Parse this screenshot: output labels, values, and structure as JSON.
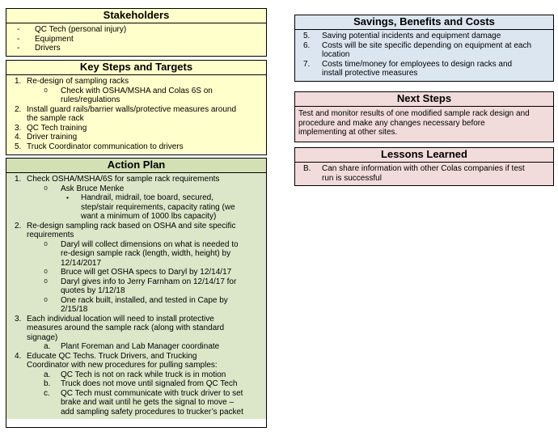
{
  "colors": {
    "yellow": "#FFFFCB",
    "green_header": "#D2E0B4",
    "green_body": "#DCE7C9",
    "blue": "#DCE6F1",
    "pink": "#F2DBDB",
    "border": "#000000"
  },
  "left_column": {
    "stakeholders": {
      "title": "Stakeholders",
      "rows": [
        {
          "m": "-",
          "lvl": 1,
          "style": "dash",
          "t": "QC Tech (personal injury)"
        },
        {
          "m": "-",
          "lvl": 1,
          "style": "dash",
          "t": "Equipment"
        },
        {
          "m": "-",
          "lvl": 1,
          "style": "dash",
          "t": "Drivers"
        }
      ]
    },
    "key_steps": {
      "title": "Key Steps and Targets",
      "rows": [
        {
          "m": "1.",
          "lvl": 1,
          "style": "num",
          "t": "Re-design of sampling racks"
        },
        {
          "m": "o",
          "lvl": 2,
          "style": "circle",
          "t": "Check with OSHA/MSHA and Colas 6S on\nrules/regulations"
        },
        {
          "m": "2.",
          "lvl": 1,
          "style": "num",
          "t": "Install guard rails/barrier walls/protective measures around\nthe sample rack"
        },
        {
          "m": "3.",
          "lvl": 1,
          "style": "num",
          "t": "QC Tech training"
        },
        {
          "m": "4.",
          "lvl": 1,
          "style": "num",
          "t": "Driver training"
        },
        {
          "m": "5.",
          "lvl": 1,
          "style": "num",
          "t": "Truck Coordinator communication to drivers"
        }
      ]
    },
    "action_plan": {
      "title": "Action Plan",
      "rows": [
        {
          "m": "1.",
          "lvl": 1,
          "style": "num",
          "t": "Check OSHA/MSHA/6S for sample rack requirements"
        },
        {
          "m": "o",
          "lvl": 2,
          "style": "circle",
          "t": "Ask Bruce Menke"
        },
        {
          "m": "▪",
          "lvl": 3,
          "style": "square",
          "t": "Handrail, midrail, toe board, secured,\nstep/stair requirements, capacity rating (we\nwant a minimum of 1000 lbs capacity)"
        },
        {
          "m": "2.",
          "lvl": 1,
          "style": "num",
          "t": "Re-design sampling rack based on OSHA and site specific\nrequirements"
        },
        {
          "m": "o",
          "lvl": 2,
          "style": "circle",
          "t": "Daryl will collect dimensions on what is needed to\nre-design sample rack (length, width, height) by\n12/14/2017"
        },
        {
          "m": "o",
          "lvl": 2,
          "style": "circle",
          "t": "Bruce will get OSHA specs to Daryl by 12/14/17"
        },
        {
          "m": "o",
          "lvl": 2,
          "style": "circle",
          "t": "Daryl gives info to Jerry Farnham on 12/14/17 for\nquotes by 1/12/18"
        },
        {
          "m": "o",
          "lvl": 2,
          "style": "circle",
          "t": "One rack built, installed, and tested in Cape by\n2/15/18"
        },
        {
          "m": "3.",
          "lvl": 1,
          "style": "num",
          "t": "Each individual location will need to install protective\nmeasures around the sample rack (along with standard\nsignage)"
        },
        {
          "m": "a.",
          "lvl": 2,
          "style": "alpha",
          "t": "Plant Foreman and Lab Manager coordinate"
        },
        {
          "m": "4.",
          "lvl": 1,
          "style": "num",
          "t": "Educate QC Techs. Truck Drivers, and Trucking\nCoordinator with new procedures for pulling samples:"
        },
        {
          "m": "a.",
          "lvl": 2,
          "style": "alpha",
          "t": "QC Tech is not on rack while truck is in motion"
        },
        {
          "m": "b.",
          "lvl": 2,
          "style": "alpha",
          "t": "Truck does not move until signaled from QC Tech"
        },
        {
          "m": "c.",
          "lvl": 2,
          "style": "alpha",
          "t": "QC Tech must communicate with truck driver to set\nbrake and wait until he gets the signal to move –\nadd sampling safety procedures to trucker’s packet"
        }
      ]
    }
  },
  "right_column": {
    "savings": {
      "title": "Savings, Benefits and Costs",
      "rows": [
        {
          "m": "5.",
          "lvl": 1,
          "style": "num",
          "t": "Saving potential incidents and equipment damage"
        },
        {
          "m": "6.",
          "lvl": 1,
          "style": "num",
          "t": "Costs will be site specific depending on equipment at each\nlocation"
        },
        {
          "m": "7.",
          "lvl": 1,
          "style": "num",
          "t": "Costs time/money for employees to design racks and\ninstall protective measures"
        }
      ]
    },
    "next_steps": {
      "title": "Next Steps",
      "body": "Test and monitor results of one modified sample rack design and\nprocedure and make any changes necessary before\nimplementing at other sites."
    },
    "lessons_learned": {
      "title": "Lessons Learned",
      "rows": [
        {
          "m": "B.",
          "lvl": 1,
          "style": "alpha",
          "t": "Can share information with other Colas companies if test\nrun is successful"
        }
      ]
    }
  }
}
